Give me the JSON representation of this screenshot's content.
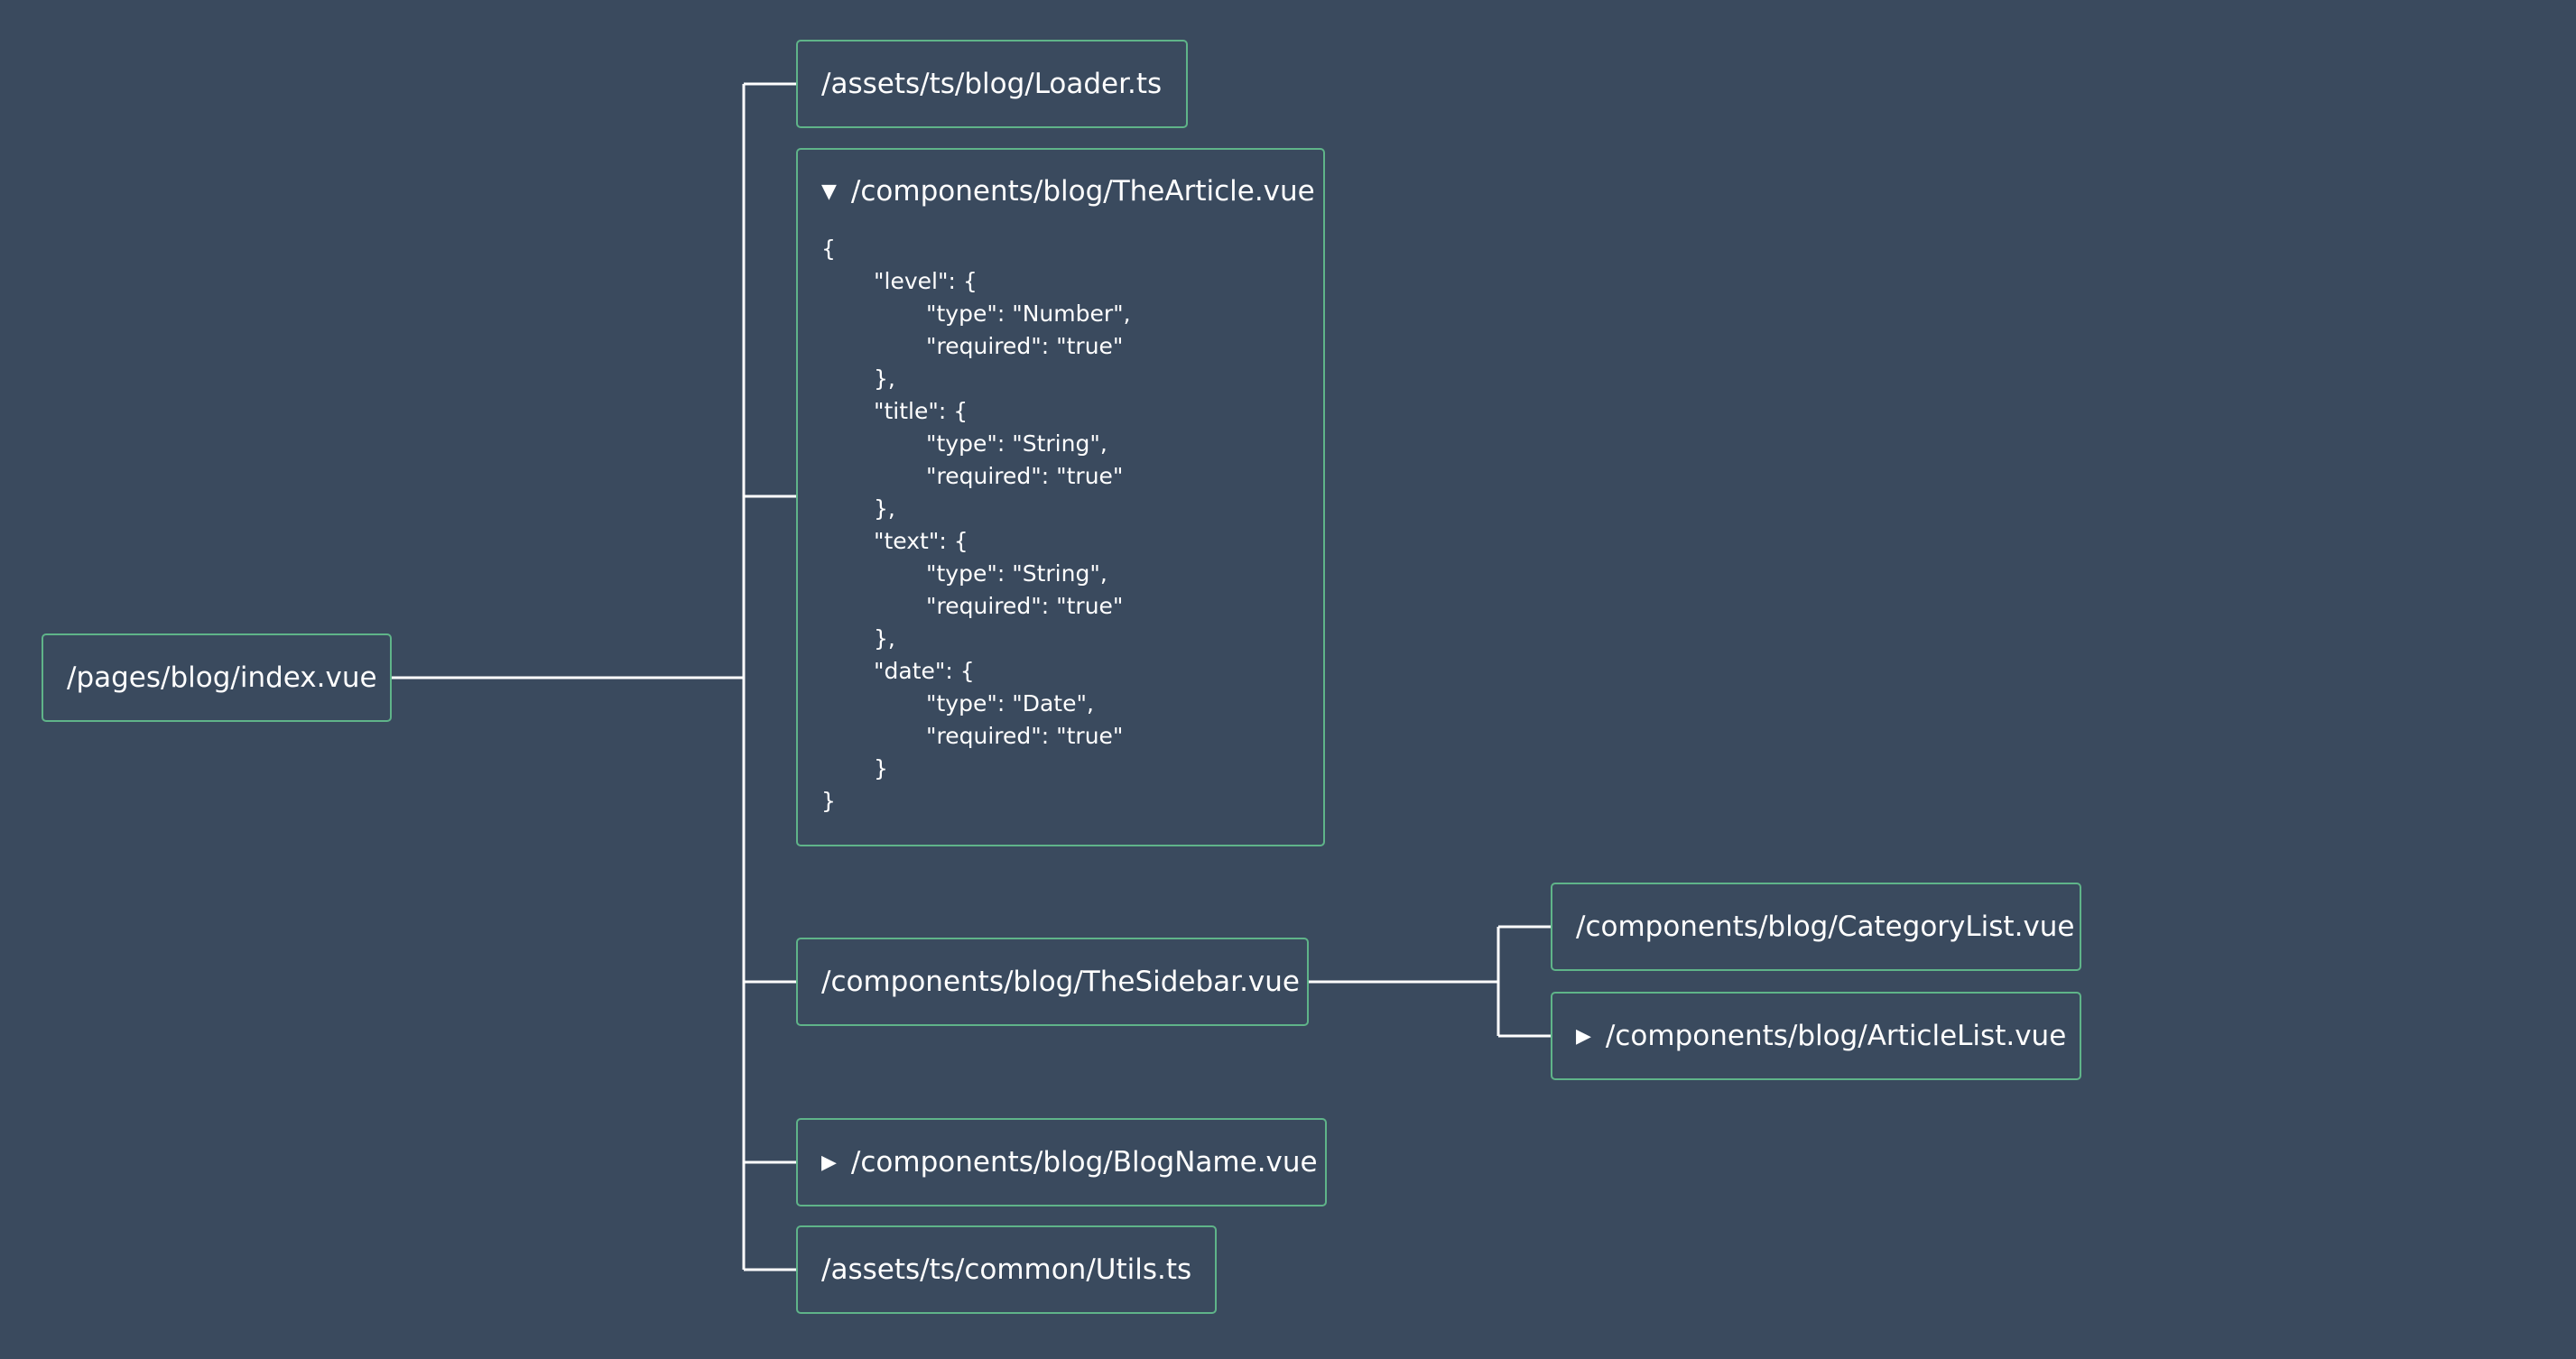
{
  "root": {
    "label": "/pages/blog/index.vue"
  },
  "children": [
    {
      "label": "/assets/ts/blog/Loader.ts"
    },
    {
      "label": "/components/blog/TheArticle.vue",
      "caret": "▼",
      "props_code": [
        "{",
        "\"level\": {",
        "\"type\": \"Number\",",
        "\"required\": \"true\"",
        "},",
        "\"title\": {",
        "\"type\": \"String\",",
        "\"required\": \"true\"",
        "},",
        "\"text\": {",
        "\"type\": \"String\",",
        "\"required\": \"true\"",
        "},",
        "\"date\": {",
        "\"type\": \"Date\",",
        "\"required\": \"true\"",
        "}",
        "}"
      ]
    },
    {
      "label": "/components/blog/TheSidebar.vue",
      "children": [
        {
          "label": "/components/blog/CategoryList.vue"
        },
        {
          "label": "/components/blog/ArticleList.vue",
          "caret": "▶"
        }
      ]
    },
    {
      "label": "/components/blog/BlogName.vue",
      "caret": "▶"
    },
    {
      "label": "/assets/ts/common/Utils.ts"
    }
  ],
  "colors": {
    "background": "#3a4a5e",
    "node_border": "#5fb489",
    "connector": "#ffffff",
    "text": "#ffffff"
  }
}
